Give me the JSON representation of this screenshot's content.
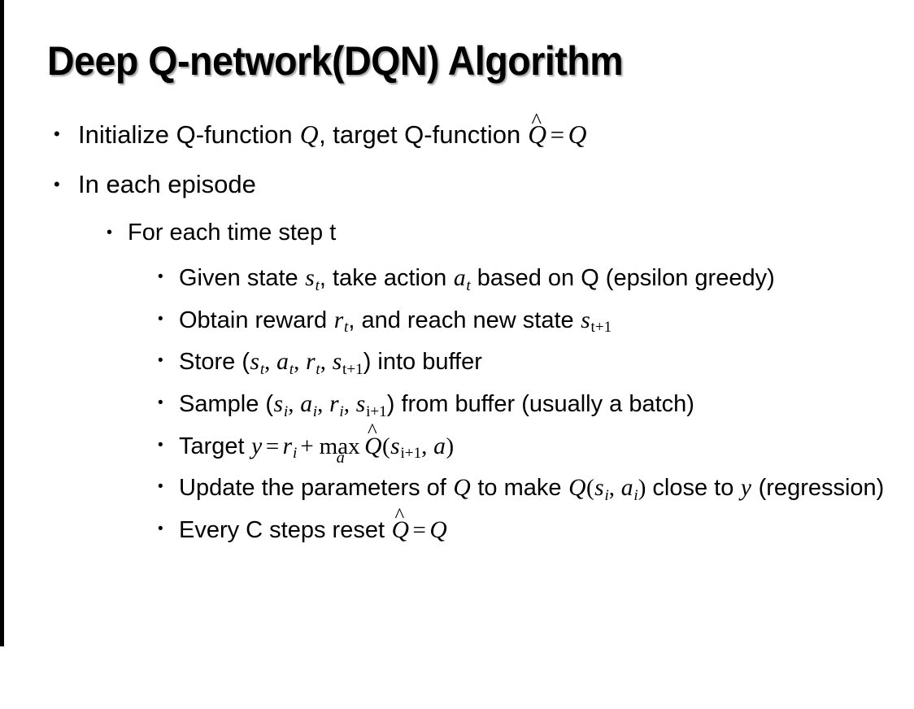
{
  "slide": {
    "title": "Deep Q-network(DQN) Algorithm",
    "background_color": "#ffffff",
    "text_color": "#000000",
    "edge_strip_color": "#000000",
    "bullet_glyph": "•"
  },
  "content": {
    "b1": {
      "level": 1,
      "text_1": "Initialize Q-function ",
      "math_Q1": "Q",
      "text_2": ", target Q-function ",
      "math_Qhat": "Q",
      "hat": "̂",
      "eq": "=",
      "math_Q2": "Q"
    },
    "b2": {
      "level": 1,
      "text": "In each episode"
    },
    "b3": {
      "level": 2,
      "text": "For each time step t"
    },
    "b4": {
      "level": 3,
      "text_1": "Given state ",
      "math_s": "s",
      "sub_s": "t",
      "text_2": ", take action ",
      "math_a": "a",
      "sub_a": "t",
      "text_3": " based on Q (epsilon greedy)"
    },
    "b5": {
      "level": 3,
      "text_1": "Obtain reward ",
      "math_r": "r",
      "sub_r": "t",
      "text_2": ", and reach new state ",
      "math_s": "s",
      "sub_s": "t+1"
    },
    "b6": {
      "level": 3,
      "text_1": "Store (",
      "math_s": "s",
      "sub_s": "t",
      "sep1": ", ",
      "math_a": "a",
      "sub_a": "t",
      "sep2": ", ",
      "math_r": "r",
      "sub_r": "t",
      "sep3": ", ",
      "math_s2": "s",
      "sub_s2": "t+1",
      "text_2": ") into buffer"
    },
    "b7": {
      "level": 3,
      "text_1": "Sample (",
      "math_s": "s",
      "sub_s": "i",
      "sep1": ", ",
      "math_a": "a",
      "sub_a": "i",
      "sep2": ", ",
      "math_r": "r",
      "sub_r": "i",
      "sep3": ", ",
      "math_s2": "s",
      "sub_s2": "i+1",
      "text_2": ") from buffer (usually a batch)"
    },
    "b8": {
      "level": 3,
      "text_1": "Target ",
      "math_y": "y",
      "eq": "=",
      "math_r": "r",
      "sub_r": "i",
      "plus": "+",
      "max_op": "max",
      "max_under": "a",
      "math_Qhat": "Q",
      "hat": "̂",
      "paren_open": "(",
      "math_s": "s",
      "sub_s": "i+1",
      "comma": ", ",
      "math_a": "a",
      "paren_close": ")"
    },
    "b9": {
      "level": 3,
      "text_1": "Update the parameters of ",
      "math_Q1": "Q",
      "text_2": " to make ",
      "math_Q2": "Q",
      "paren_open": "(",
      "math_s": "s",
      "sub_s": "i",
      "comma": ", ",
      "math_a": "a",
      "sub_a": "i",
      "paren_close": ")",
      "text_3": " close to ",
      "math_y": "y",
      "text_4": " (regression)"
    },
    "b10": {
      "level": 3,
      "text_1": "Every C steps reset ",
      "math_Qhat": "Q",
      "hat": "̂",
      "eq": "=",
      "math_Q": "Q"
    }
  }
}
